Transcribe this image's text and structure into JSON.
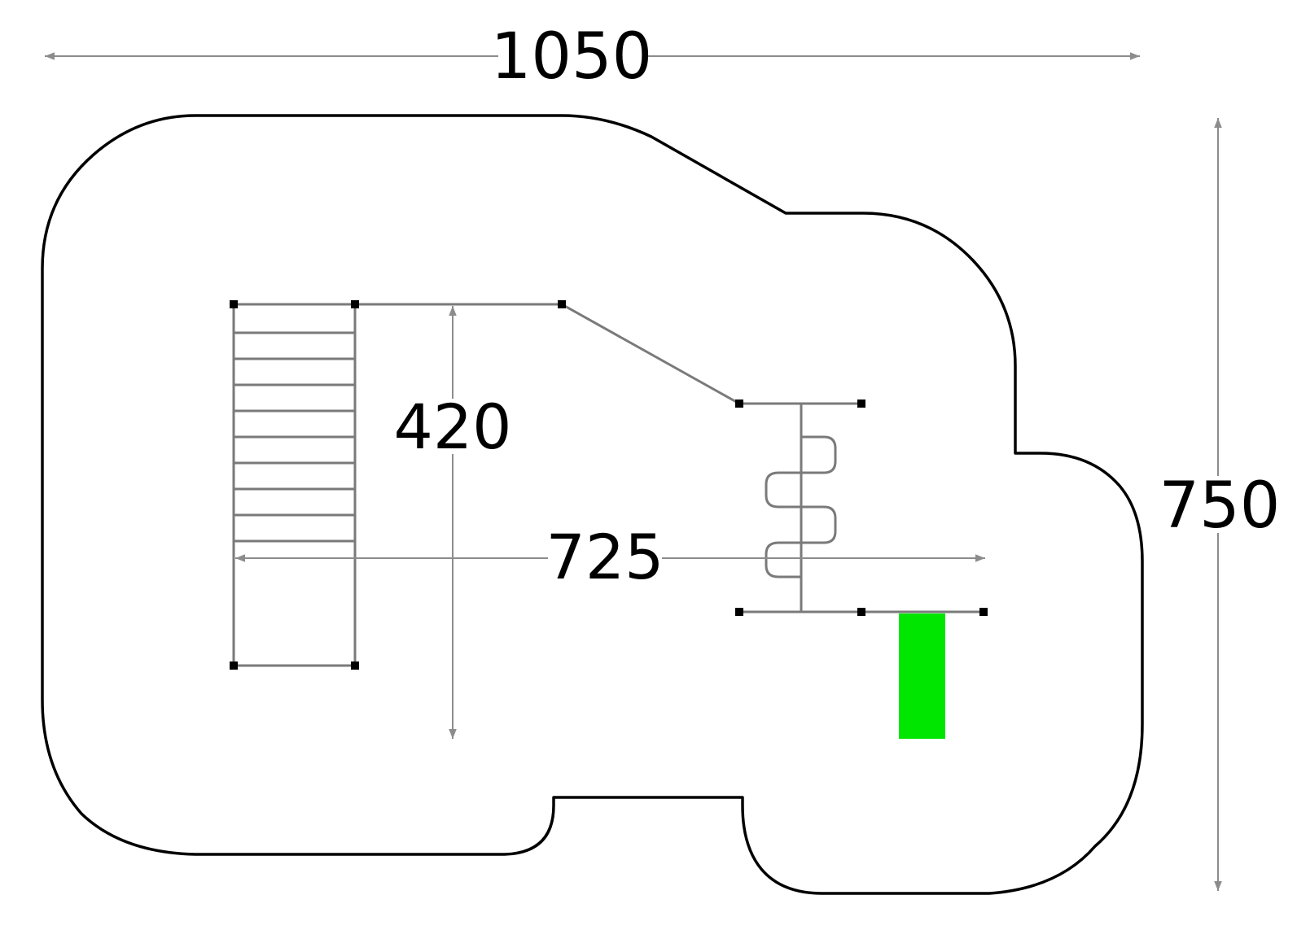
{
  "dimensions": {
    "overall_width": "1050",
    "overall_depth": "750",
    "equipment_depth": "420",
    "equipment_width": "725"
  },
  "colors": {
    "background": "#ffffff",
    "safety_zone_outline": "#000000",
    "dimension_line": "#8c8c8c",
    "equipment_line": "#7a7a7a",
    "post_marker": "#000000",
    "slide_fill": "#00e600"
  }
}
